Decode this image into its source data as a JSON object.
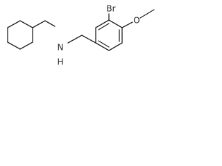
{
  "molecule": {
    "atom_labels": {
      "nitrogen": "N",
      "nitrogen_hydrogen": "H",
      "bromine": "Br",
      "oxygen": "O"
    }
  }
}
